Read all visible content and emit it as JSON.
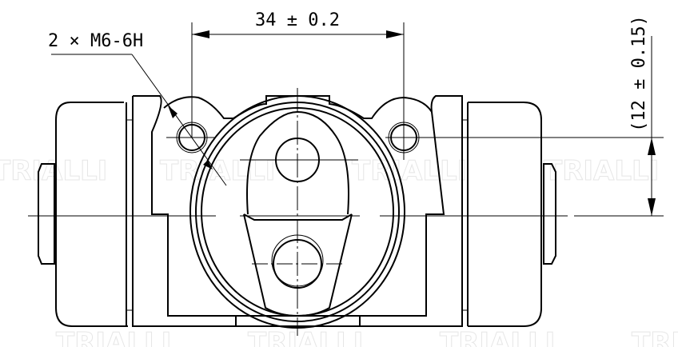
{
  "dimensions": {
    "horizontal": "34 ± 0.2",
    "vertical": "(12 ± 0.15)",
    "thread_callout": "2 × M6-6H"
  },
  "watermark": "TRIALLI"
}
